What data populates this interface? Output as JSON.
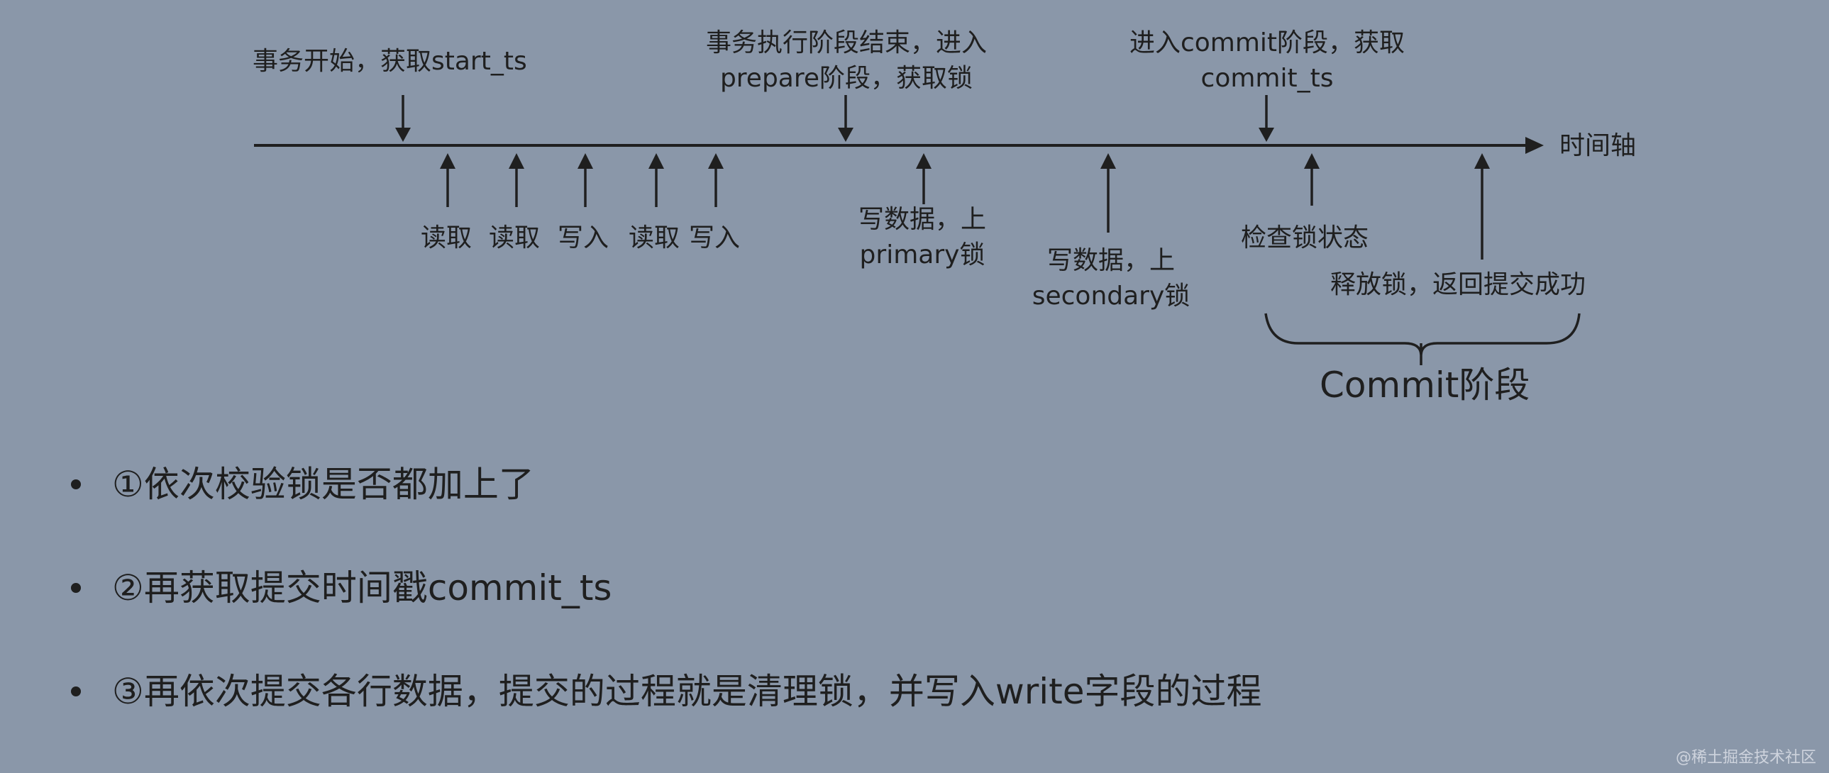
{
  "timeline": {
    "axis_label": "时间轴",
    "top_events": [
      {
        "lines": [
          "事务开始，获取start_ts"
        ]
      },
      {
        "lines": [
          "事务执行阶段结束，进入",
          "prepare阶段，获取锁"
        ]
      },
      {
        "lines": [
          "进入commit阶段，获取",
          "commit_ts"
        ]
      }
    ],
    "bottom_ops": [
      {
        "lines": [
          "读取"
        ]
      },
      {
        "lines": [
          "读取"
        ]
      },
      {
        "lines": [
          "写入"
        ]
      },
      {
        "lines": [
          "读取"
        ]
      },
      {
        "lines": [
          "写入"
        ]
      },
      {
        "lines": [
          "写数据，上",
          "primary锁"
        ]
      },
      {
        "lines": [
          "写数据，上",
          "secondary锁"
        ]
      },
      {
        "lines": [
          "检查锁状态"
        ]
      },
      {
        "lines": [
          "释放锁，返回提交成功"
        ]
      }
    ],
    "brace_label": "Commit阶段"
  },
  "bullets": [
    "①依次校验锁是否都加上了",
    "②再获取提交时间戳commit_ts",
    "③再依次提交各行数据，提交的过程就是清理锁，并写入write字段的过程"
  ],
  "watermark": "@稀土掘金技术社区",
  "colors": {
    "background": "#8a97a9",
    "ink": "#1f1f1f"
  }
}
